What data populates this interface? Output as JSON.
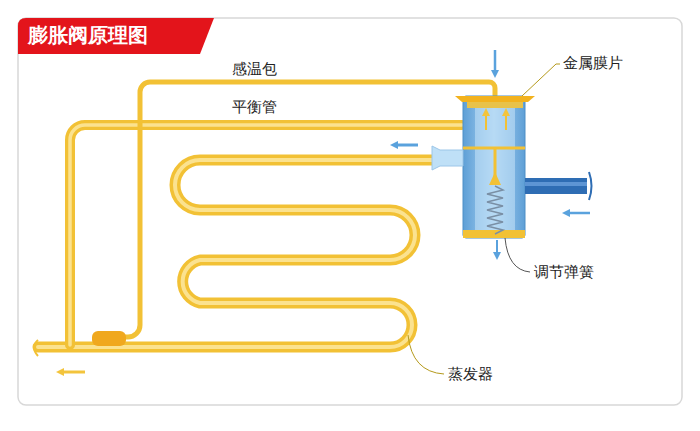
{
  "diagram": {
    "title": "膨胀阀原理图",
    "labels": [
      "感温包",
      "平衡管",
      "金属膜片",
      "调节弹簧",
      "蒸发器"
    ]
  }
}
